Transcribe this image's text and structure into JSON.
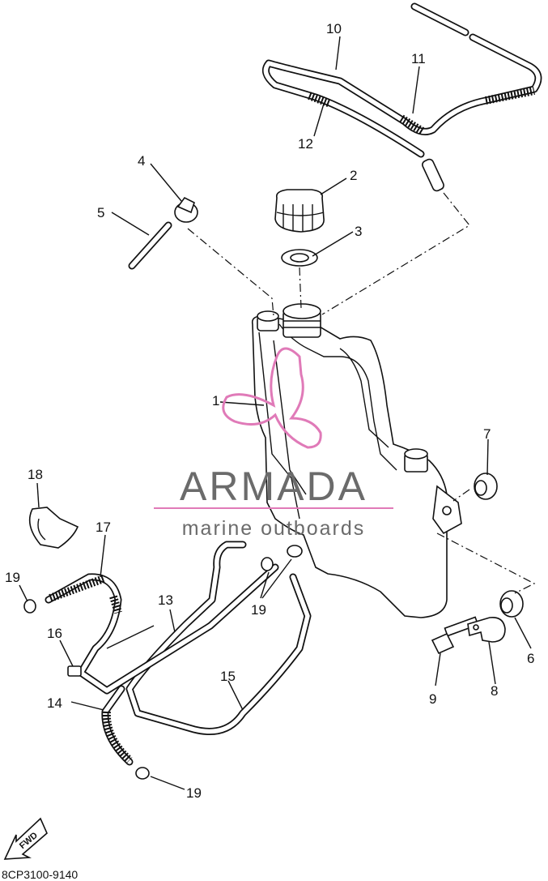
{
  "callouts": [
    {
      "id": "c1",
      "label": "1"
    },
    {
      "id": "c2",
      "label": "2"
    },
    {
      "id": "c3",
      "label": "3"
    },
    {
      "id": "c4",
      "label": "4"
    },
    {
      "id": "c5",
      "label": "5"
    },
    {
      "id": "c6",
      "label": "6"
    },
    {
      "id": "c7",
      "label": "7"
    },
    {
      "id": "c8",
      "label": "8"
    },
    {
      "id": "c9",
      "label": "9"
    },
    {
      "id": "c10",
      "label": "10"
    },
    {
      "id": "c11",
      "label": "11"
    },
    {
      "id": "c12",
      "label": "12"
    },
    {
      "id": "c13",
      "label": "13"
    },
    {
      "id": "c14",
      "label": "14"
    },
    {
      "id": "c15",
      "label": "15"
    },
    {
      "id": "c16",
      "label": "16"
    },
    {
      "id": "c17",
      "label": "17"
    },
    {
      "id": "c18",
      "label": "18"
    },
    {
      "id": "c19a",
      "label": "19"
    },
    {
      "id": "c19b",
      "label": "19"
    },
    {
      "id": "c19c",
      "label": "19"
    }
  ],
  "fwd_label": "FWD",
  "diagram_code": "8CP3100-9140",
  "watermark": {
    "title": "ARMADA",
    "subtitle": "marine outboards",
    "color_dark": "#6b6b6b",
    "color_accent": "#e07ab8"
  }
}
